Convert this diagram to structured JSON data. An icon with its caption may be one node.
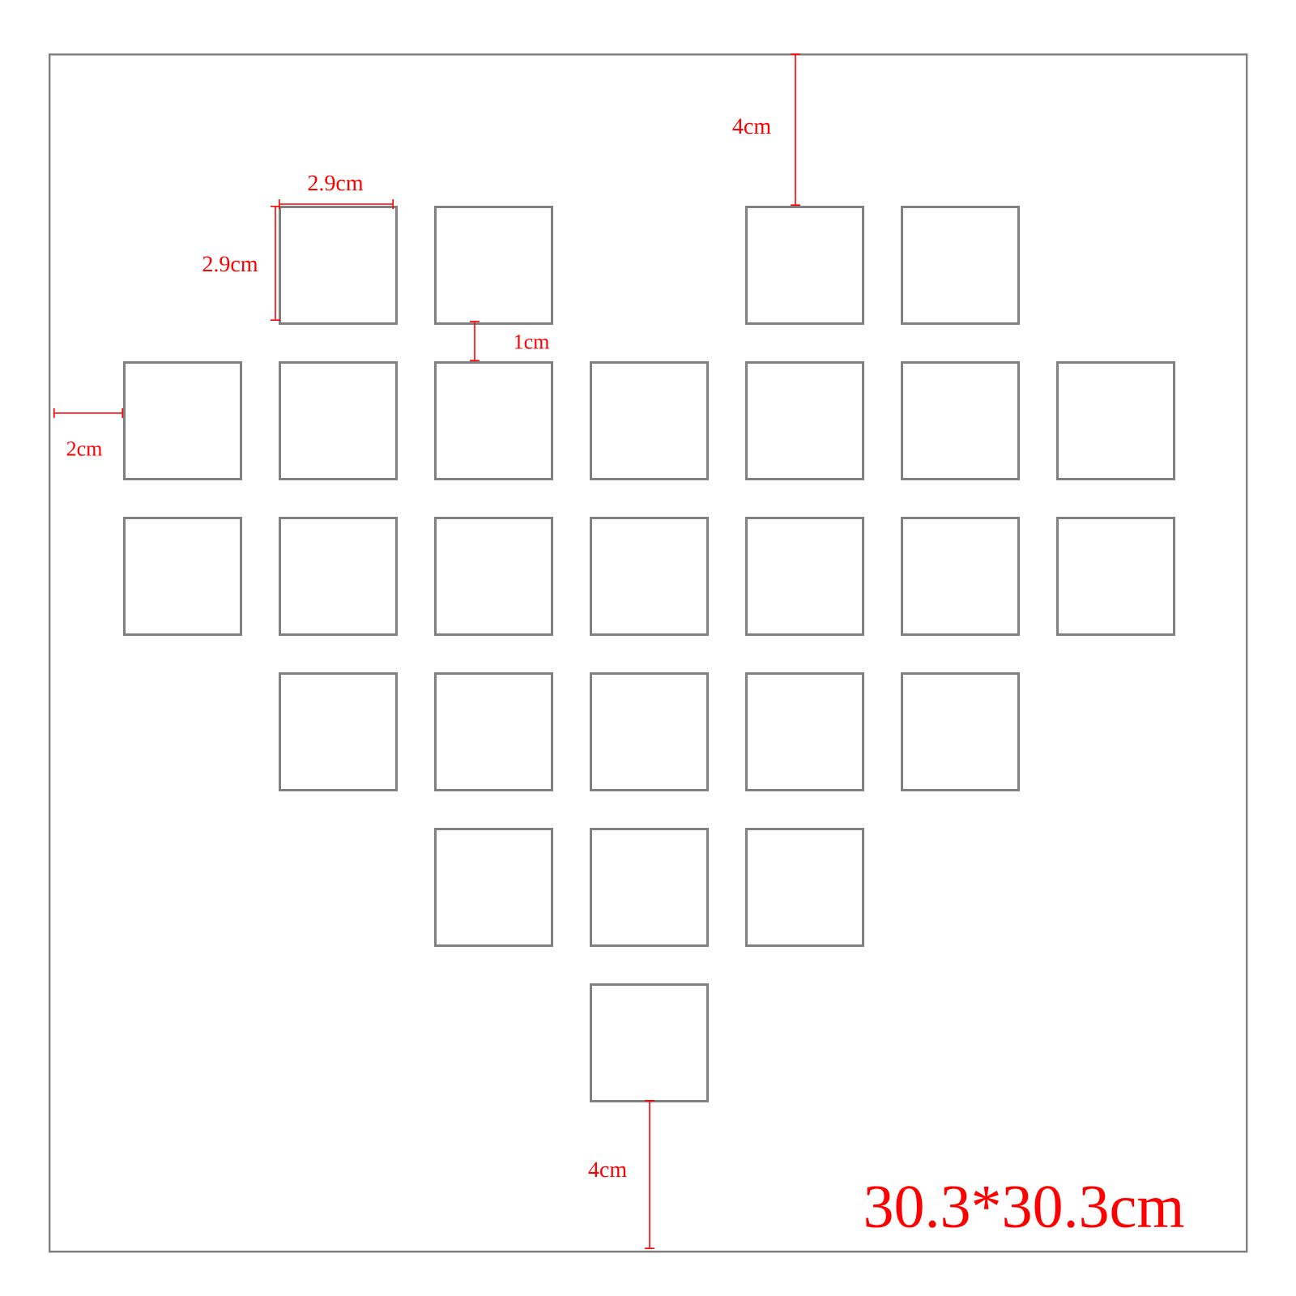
{
  "diagram": {
    "nodes": [
      {
        "text": [],
        "shape": "box"
      },
      {
        "text": [],
        "shape": "box",
        "in": 0
      },
      {
        "text": [],
        "shape": "box",
        "in": 0
      },
      {
        "text": [],
        "shape": "box",
        "in": 0
      },
      {
        "text": [],
        "shape": "box",
        "in": 0
      },
      {
        "text": [],
        "shape": "box",
        "in": 0
      },
      {
        "text": [],
        "shape": "box",
        "in": 0
      },
      {
        "text": [],
        "shape": "box",
        "in": 0
      },
      {
        "text": [],
        "shape": "box",
        "in": 0
      },
      {
        "text": [],
        "shape": "box",
        "in": 0
      },
      {
        "text": [],
        "shape": "box",
        "in": 0
      },
      {
        "text": [],
        "shape": "box",
        "in": 0
      },
      {
        "text": [],
        "shape": "box",
        "in": 0
      },
      {
        "text": [],
        "shape": "box",
        "in": 0
      },
      {
        "text": [],
        "shape": "box",
        "in": 0
      },
      {
        "text": [],
        "shape": "box",
        "in": 0
      },
      {
        "text": [],
        "shape": "box",
        "in": 0
      },
      {
        "text": [],
        "shape": "box",
        "in": 0
      },
      {
        "text": [],
        "shape": "box",
        "in": 0
      },
      {
        "text": [],
        "shape": "box",
        "in": 0
      },
      {
        "text": [],
        "shape": "box",
        "in": 0
      },
      {
        "text": [],
        "shape": "box",
        "in": 0
      },
      {
        "text": [],
        "shape": "box",
        "in": 0
      },
      {
        "text": [],
        "shape": "box",
        "in": 0
      },
      {
        "text": [],
        "shape": "box",
        "in": 0
      },
      {
        "text": [],
        "shape": "box",
        "in": 0
      },
      {
        "text": [],
        "shape": "box",
        "in": 0
      },
      {
        "text": [],
        "shape": "box",
        "in": 0
      }
    ],
    "edges": [],
    "labels": [
      "4cm",
      "2.9cm",
      "2.9cm",
      "1cm",
      "2cm",
      "4cm",
      "30.3*30.3cm"
    ]
  }
}
